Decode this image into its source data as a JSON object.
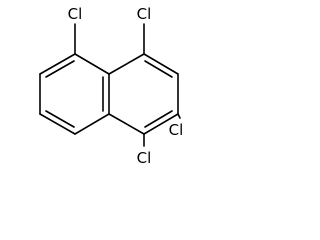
{
  "molecule": {
    "substituents": [
      {
        "label": "Cl"
      },
      {
        "label": "Cl"
      },
      {
        "label": "Cl"
      },
      {
        "label": "Cl"
      }
    ]
  },
  "colors": {
    "bond": "#000000",
    "label": "#000000",
    "background": "#ffffff"
  }
}
